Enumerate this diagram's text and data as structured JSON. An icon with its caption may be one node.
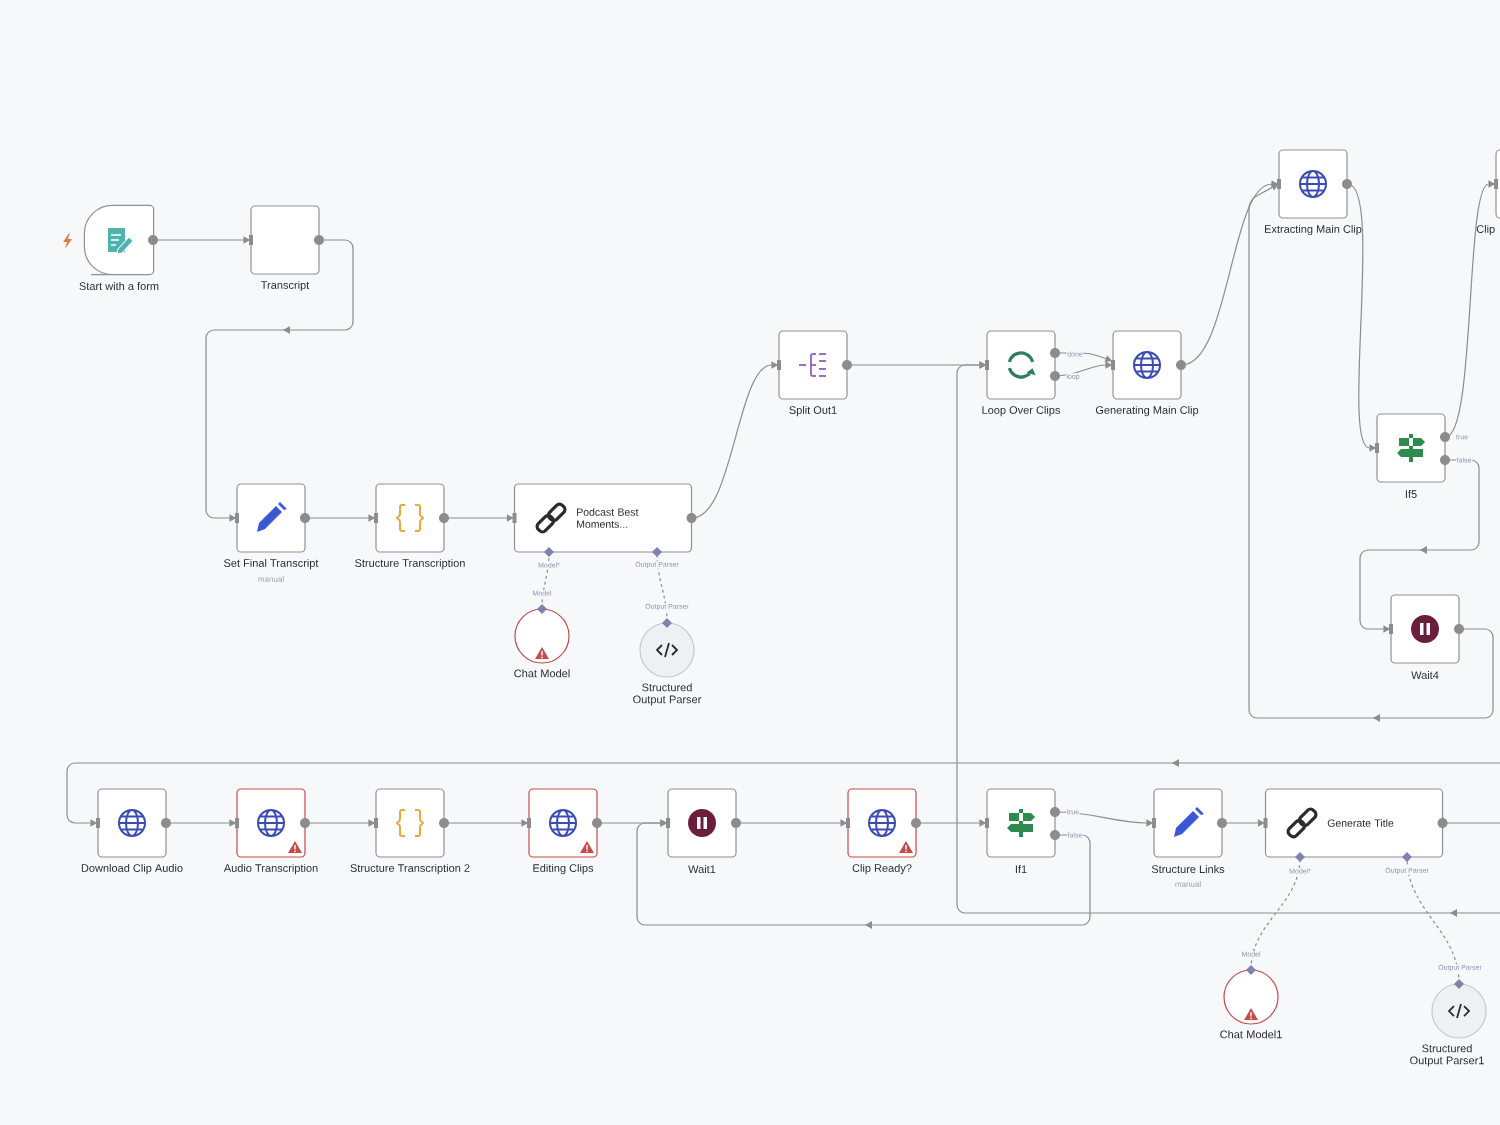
{
  "diagram": {
    "nodes": [
      {
        "text": [
          "Start with a form"
        ]
      },
      {
        "text": [
          "Transcript"
        ]
      },
      {
        "text": [
          "Set Final Transcript",
          "manual"
        ]
      },
      {
        "text": [
          "Structure Transcription"
        ]
      },
      {
        "text": [
          "Podcast Best Moments..."
        ]
      },
      {
        "text": [
          "Chat Model"
        ]
      },
      {
        "text": [
          "Structured Output Parser"
        ]
      },
      {
        "text": [
          "Split Out1"
        ]
      },
      {
        "text": [
          "Loop Over Clips"
        ]
      },
      {
        "text": [
          "Generating Main Clip"
        ]
      },
      {
        "text": [
          "Extracting Main Clip"
        ]
      },
      {
        "text": [
          "If5"
        ]
      },
      {
        "text": [
          "Wait4"
        ]
      },
      {
        "text": [
          "Clip"
        ]
      },
      {
        "text": [
          "Download Clip Audio"
        ]
      },
      {
        "text": [
          "Audio Transcription"
        ]
      },
      {
        "text": [
          "Structure Transcription 2"
        ]
      },
      {
        "text": [
          "Editing Clips"
        ]
      },
      {
        "text": [
          "Wait1"
        ]
      },
      {
        "text": [
          "Clip Ready?"
        ]
      },
      {
        "text": [
          "If1"
        ]
      },
      {
        "text": [
          "Structure Links",
          "manual"
        ]
      },
      {
        "text": [
          "Generate Title"
        ]
      },
      {
        "text": [
          "Chat Model1"
        ]
      },
      {
        "text": [
          "Structured Output Parser1"
        ]
      }
    ],
    "edges": [
      {
        "from": 0,
        "to": 1,
        "arrow": "to"
      },
      {
        "from": 1,
        "to": 2,
        "arrow": "to"
      },
      {
        "from": 2,
        "to": 3,
        "arrow": "to"
      },
      {
        "from": 3,
        "to": 4,
        "arrow": "to"
      },
      {
        "from": 5,
        "to": 4,
        "arrow": "none",
        "style": "dashed"
      },
      {
        "from": 6,
        "to": 4,
        "arrow": "none",
        "style": "dashed"
      },
      {
        "from": 4,
        "to": 7,
        "arrow": "to"
      },
      {
        "from": 7,
        "to": 8,
        "arrow": "to"
      },
      {
        "from": 8,
        "to": 9,
        "arrow": "to"
      },
      {
        "from": 8,
        "to": 9,
        "arrow": "to"
      },
      {
        "from": 9,
        "to": 10,
        "arrow": "to"
      },
      {
        "from": 10,
        "to": 11,
        "arrow": "to"
      },
      {
        "from": 11,
        "to": 13,
        "arrow": "to"
      },
      {
        "from": 11,
        "to": 12,
        "arrow": "to"
      },
      {
        "from": 12,
        "to": 10,
        "arrow": "to"
      },
      {
        "from": null,
        "to": 14,
        "arrow": "to"
      },
      {
        "from": 14,
        "to": 15,
        "arrow": "to"
      },
      {
        "from": 15,
        "to": 16,
        "arrow": "to"
      },
      {
        "from": 16,
        "to": 17,
        "arrow": "to"
      },
      {
        "from": 17,
        "to": 18,
        "arrow": "to"
      },
      {
        "from": 18,
        "to": 19,
        "arrow": "to"
      },
      {
        "from": 19,
        "to": 20,
        "arrow": "to"
      },
      {
        "from": 20,
        "to": 21,
        "arrow": "to"
      },
      {
        "from": 20,
        "to": 18,
        "arrow": "to"
      },
      {
        "from": 21,
        "to": 22,
        "arrow": "to"
      },
      {
        "from": 22,
        "to": null,
        "arrow": "none"
      },
      {
        "from": 23,
        "to": 22,
        "arrow": "none",
        "style": "dashed"
      },
      {
        "from": 24,
        "to": 22,
        "arrow": "none",
        "style": "dashed"
      },
      {
        "from": null,
        "to": 8,
        "arrow": "to"
      }
    ],
    "labels": [
      "Model*",
      "Output Parser",
      "Model",
      "Output Parser",
      "done",
      "loop",
      "true",
      "false",
      "true",
      "false",
      "Model*",
      "Output Parser",
      "Model",
      "Output Parser"
    ]
  }
}
